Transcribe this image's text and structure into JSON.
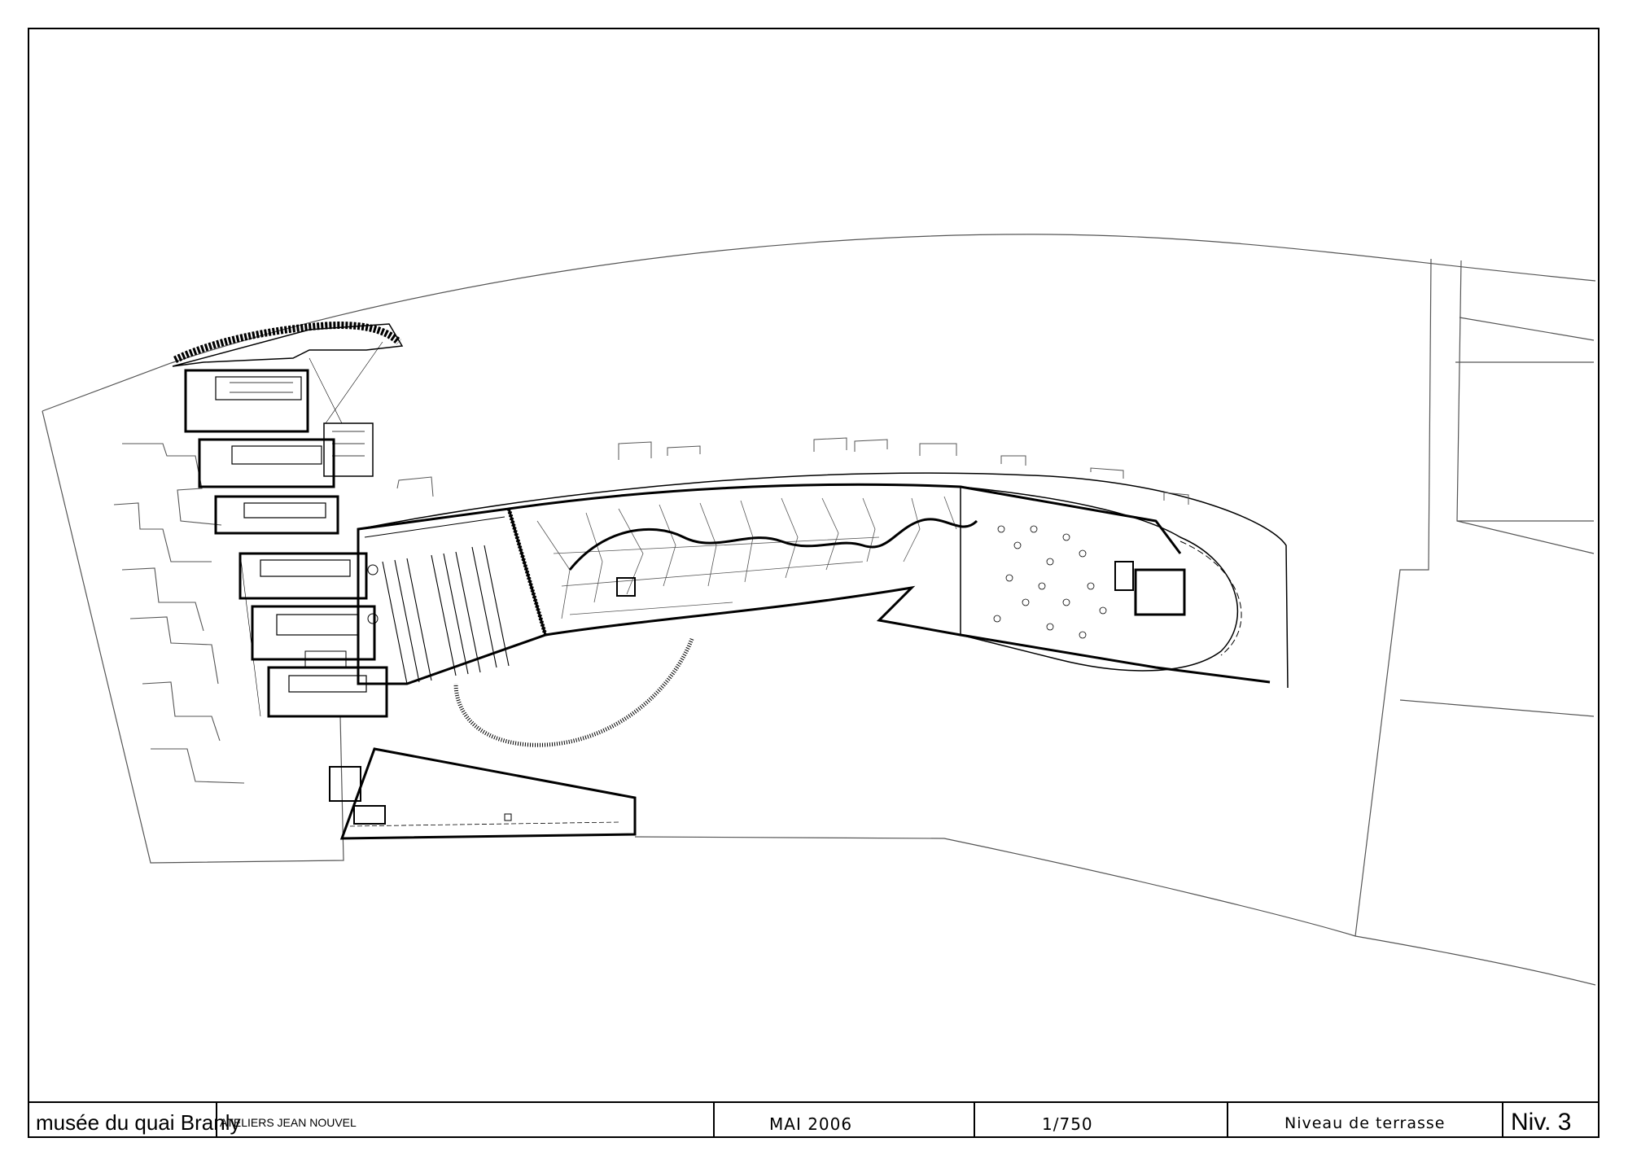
{
  "title_block": {
    "project": "musée du quai Branly",
    "office": "ATELIERS JEAN NOUVEL",
    "date": "MAI 2006",
    "scale": "1/750",
    "level_name": "Niveau de terrasse",
    "sheet_id": "Niv. 3"
  },
  "colors": {
    "line": "#000000",
    "light_line": "#555555",
    "paper": "#ffffff"
  }
}
